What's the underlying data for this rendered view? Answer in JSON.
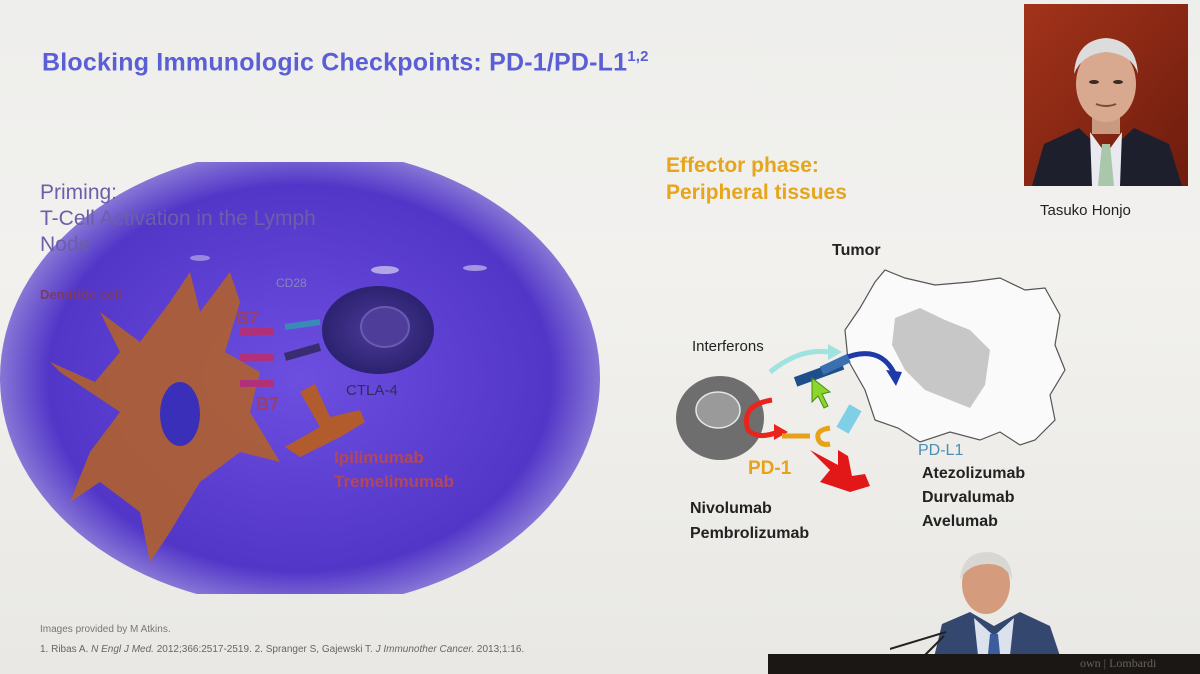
{
  "slide": {
    "title": "Blocking Immunologic Checkpoints: PD-1/PD-L1",
    "title_sup": "1,2",
    "title_color": "#5a5fd6"
  },
  "left_panel": {
    "priming_line1": "Priming:",
    "priming_line2": "T-Cell Activation in the Lymph",
    "priming_line3": "Node",
    "dendritic_cell": "Dendritic cell",
    "b7_top": "B7",
    "b7_bottom": "B7",
    "cd28": "CD28",
    "ctla4": "CTLA-4",
    "drug1": "Ipilimumab",
    "drug2": "Tremelimumab",
    "overlay_color": "#5b3fd0"
  },
  "right_panel": {
    "effector_line1": "Effector phase:",
    "effector_line2": "Peripheral tissues",
    "effector_color": "#e6a51a",
    "tumor": "Tumor",
    "interferons": "Interferons",
    "pd1": "PD-1",
    "pdl1": "PD-L1",
    "pdl1_drugs": [
      "Atezolizumab",
      "Durvalumab",
      "Avelumab"
    ],
    "pd1_drugs": [
      "Nivolumab",
      "Pembrolizumab"
    ]
  },
  "photo": {
    "caption": "Tasuko Honjo"
  },
  "footer": {
    "credit": "Images provided by M Atkins.",
    "ref1_pre": "1. Ribas A. ",
    "ref1_journal": "N Engl J Med.",
    "ref1_post": " 2012;366:2517-2519. 2. Spranger S, Gajewski T. ",
    "ref2_journal": "J Immunother Cancer.",
    "ref2_post": " 2013;1:16."
  },
  "podium": {
    "text": "own | Lombardi"
  }
}
